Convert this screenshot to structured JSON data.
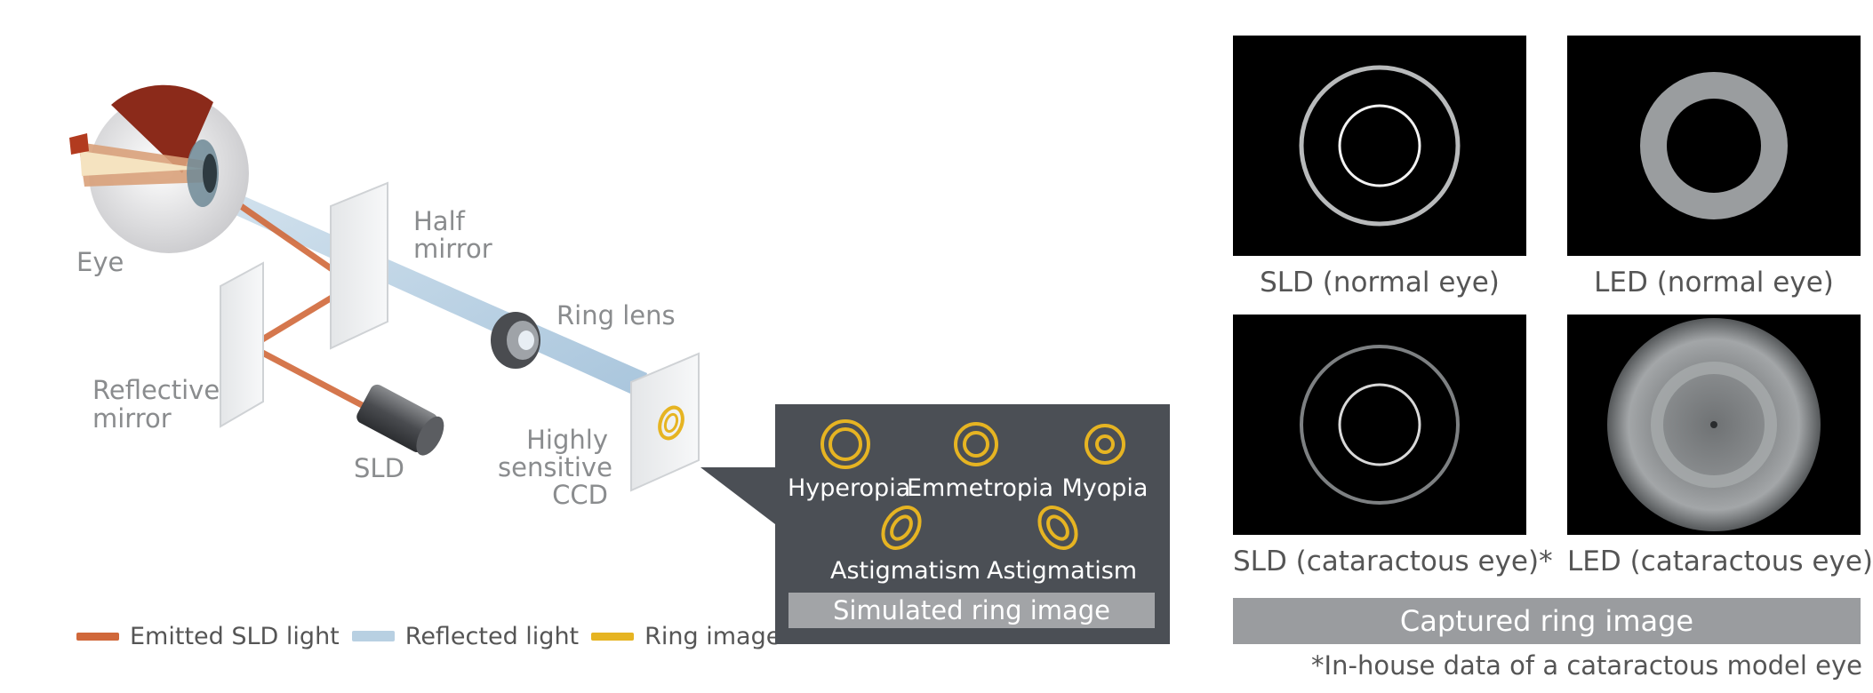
{
  "diagram_labels": {
    "eye": "Eye",
    "half_mirror_line1": "Half",
    "half_mirror_line2": "mirror",
    "reflective_mirror_line1": "Reflective",
    "reflective_mirror_line2": "mirror",
    "sld": "SLD",
    "ring_lens": "Ring lens",
    "ccd_line1": "Highly",
    "ccd_line2": "sensitive",
    "ccd_line3": "CCD"
  },
  "legend": {
    "items": [
      {
        "label": "Emitted SLD light",
        "color": "#d0683a"
      },
      {
        "label": "Reflected light",
        "color": "#b8d0e2"
      },
      {
        "label": "Ring image",
        "color": "#e6b422"
      }
    ]
  },
  "simulated_panel": {
    "items": [
      "Hyperopia",
      "Emmetropia",
      "Myopia",
      "Astigmatism",
      "Astigmatism"
    ],
    "caption": "Simulated ring image",
    "ring_color": "#e6b422"
  },
  "captured": {
    "images": [
      {
        "label": "SLD (normal eye)"
      },
      {
        "label": "LED (normal eye)"
      },
      {
        "label": "SLD (cataractous eye)*"
      },
      {
        "label": "LED (cataractous eye)*"
      }
    ],
    "caption": "Captured ring image",
    "footnote": "*In-house data of a cataractous model eye"
  }
}
